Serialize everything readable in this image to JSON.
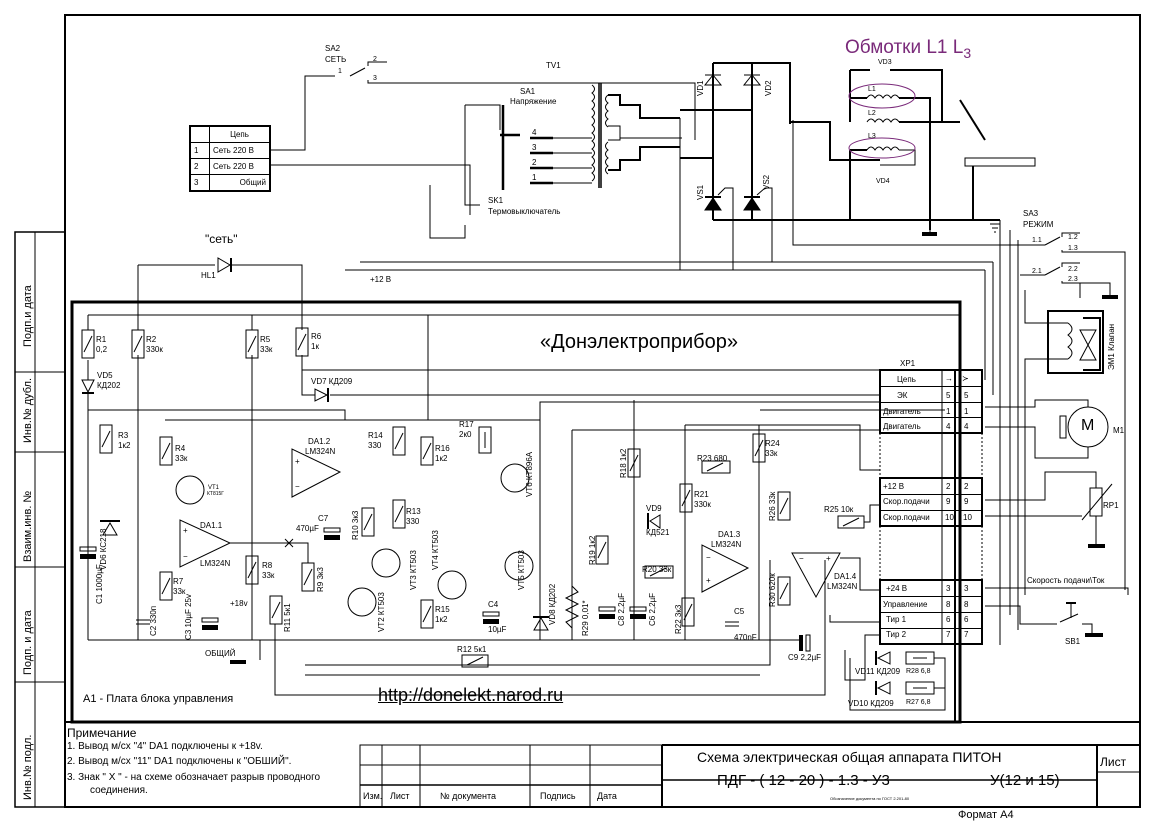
{
  "document": {
    "title": "Схема электрическая общая аппарата ПИТОН",
    "designation": "ПДГ - ( 12 - 20 ) - 1.3 - У3",
    "variant": "У(12 и 15)",
    "gost_note": "Обозначение документа по ГОСТ 2.201-80",
    "format": "Формат А4",
    "sheet_label": "Лист",
    "company": "«Донэлектроприбор»",
    "url": "http://donelekt.narod.ru",
    "board_label": "А1 - Плата блока управления",
    "windings_label": "Обмотки L1 L",
    "windings_sub": "3"
  },
  "colors": {
    "accent": "#7a2a7a",
    "line": "#000000",
    "transistor_base": "#4a1a4a"
  },
  "side_stamps": [
    "Подп.и дата",
    "Инв.№ дубл.",
    "Взаим.инв. №",
    "Подп. и дата",
    "Инв.№ подл."
  ],
  "title_block": {
    "headers": [
      "Изм.",
      "Лист",
      "№ документа",
      "Подпись",
      "Дата"
    ]
  },
  "notes": {
    "heading": "Примечание",
    "items": [
      "1. Вывод м/сх \"4\" DA1 подключены к +18v.",
      "2. Вывод м/сх \"11\" DA1 подключены к \"ОБШИЙ\".",
      "3. Знак \" Х \" - на схеме обозначает разрыв проводного",
      "соединения."
    ]
  },
  "input_connector": {
    "header": "Цепь",
    "rows": [
      {
        "n": "1",
        "name": "Сеть  220 В"
      },
      {
        "n": "2",
        "name": "Сеть  220 В"
      },
      {
        "n": "3",
        "name": "Общий"
      }
    ]
  },
  "xp1": {
    "label": "XP1",
    "header": {
      "name": "Цепь",
      "c1": "→",
      "c2": "≻"
    },
    "groups": [
      [
        {
          "name": "ЭК",
          "a": "5",
          "b": "5"
        },
        {
          "name": "Двигатель",
          "a": "1",
          "b": "1"
        },
        {
          "name": "Двигатель",
          "a": "4",
          "b": "4"
        }
      ],
      [
        {
          "name": "+12 В",
          "a": "2",
          "b": "2"
        },
        {
          "name": "Скор.подачи",
          "a": "9",
          "b": "9"
        },
        {
          "name": "Скор.подачи",
          "a": "10",
          "b": "10"
        }
      ],
      [
        {
          "name": "+24 В",
          "a": "3",
          "b": "3"
        },
        {
          "name": "Управление",
          "a": "8",
          "b": "8"
        },
        {
          "name": "Тир 1",
          "a": "6",
          "b": "6"
        },
        {
          "name": "Тир 2",
          "a": "7",
          "b": "7"
        }
      ]
    ]
  },
  "labels": {
    "sa2": "SA2",
    "sa2_name": "СЕТЬ",
    "sa2_p1": "1",
    "sa2_p2": "2",
    "sa2_p3": "3",
    "tv1": "TV1",
    "sa1": "SA1",
    "sa1_name": "Напряжение",
    "tap4": "4",
    "tap3": "3",
    "tap2": "2",
    "tap1": "1",
    "sk1": "SK1",
    "sk1_name": "Термовыключатель",
    "vd1": "VD1",
    "vd2": "VD2",
    "vs1": "VS1",
    "vs2": "VS2",
    "vd3": "VD3",
    "vd4": "VD4",
    "l1": "L1",
    "l2": "L2",
    "l3": "L3",
    "sa3": "SA3",
    "sa3_name": "РЕЖИМ",
    "sa3_11": "1.1",
    "sa3_12": "1.2",
    "sa3_13": "1.3",
    "sa3_21": "2.1",
    "sa3_22": "2.2",
    "sa3_23": "2.3",
    "em1": "ЭМ1 Клапан",
    "m1": "M1",
    "m1_glyph": "M",
    "rp1": "RP1",
    "sb1": "SB1",
    "speed_current": "Скорость подачи\\Ток",
    "hl1_caption": "\"сеть\"",
    "hl1": "HL1",
    "plus12": "+12 В",
    "r1": "R1",
    "r1v": "0,2",
    "r2": "R2",
    "r2v": "330к",
    "r5": "R5",
    "r5v": "33к",
    "r6": "R6",
    "r6v": "1к",
    "vd5": "VD5",
    "vd5v": "КД202",
    "vd7": "VD7 КД209",
    "r3": "R3",
    "r3v": "1к2",
    "r4": "R4",
    "r4v": "33к",
    "vt1": "VT1",
    "vt1v": "КТ815Г",
    "vd6": "VD6  КС218",
    "c1": "C1  1000µF",
    "c2": "C2  330п",
    "c3": "C3  10µF 25v",
    "r7": "R7",
    "r7v": "33к",
    "r8": "R8",
    "r8v": "33к",
    "plus18": "+18v",
    "common": "ОБЩИЙ",
    "da11": "DA1.1",
    "da11v": "LM324N",
    "da12": "DA1.2",
    "da12v": "LM324N",
    "c7": "C7",
    "c7v": "470µF",
    "r10": "R10  3к3",
    "r9": "R9  3к3",
    "r11": "R11 5к1",
    "vt2": "VT2 КТ503",
    "vt3": "VT3 КТ503",
    "vt4": "VT4 КТ503",
    "vt5": "VT5 КТ503",
    "vt6": "VT6  КТ896А",
    "r14": "R14",
    "r14v": "330",
    "r13": "R13",
    "r13v": "330",
    "r16": "R16",
    "r16v": "1к2",
    "r15": "R15",
    "r15v": "1к2",
    "r17": "R17",
    "r17v": "2к0",
    "c4": "C4",
    "c4v": "10µF",
    "vd8": "VD8  КД202",
    "r29": "R29 0,01*",
    "r18": "R18 1к2",
    "r19": "R19 1к2",
    "c8": "C8  2,2µF",
    "c6": "C6  2,2µF",
    "vd9": "VD9",
    "vd9v": "КД521",
    "r20": "R20  33к",
    "r21": "R21",
    "r21v": "330к",
    "r22": "R22 3к3",
    "r23": "R23  680",
    "r24": "R24",
    "r24v": "33к",
    "da13": "DA1.3",
    "da13v": "LM324N",
    "c5": "C5",
    "c5v": "470nF",
    "r26": "R26  33к",
    "r30": "R30  620к",
    "r25": "R25 10к",
    "da14": "DA1.4",
    "da14v": "LM324N",
    "c9": "C9  2,2µF",
    "r12": "R12  5к1",
    "vd11": "VD11 КД209",
    "r28": "R28  6,8",
    "vd10": "VD10 КД209",
    "r27": "R27  6,8",
    "plus": "+",
    "minus": "−"
  }
}
